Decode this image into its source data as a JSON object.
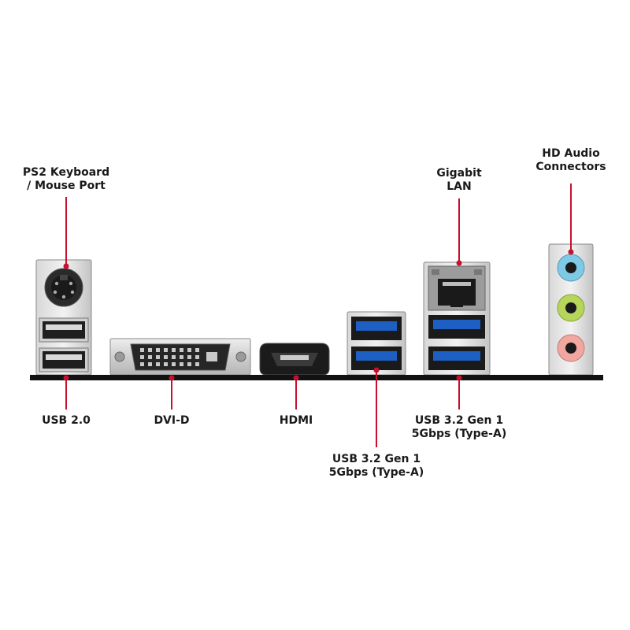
{
  "diagram": {
    "colors": {
      "leader_line": "#c8102e",
      "baseline": "#111111",
      "usb3_blue": "#1e5fc4",
      "audio_blue": "#7ec9e6",
      "audio_green": "#b5d65a",
      "audio_pink": "#f0a7a0"
    },
    "labels": {
      "ps2": [
        "PS2 Keyboard",
        "/ Mouse Port"
      ],
      "usb2": [
        "USB 2.0"
      ],
      "dvid": [
        "DVI-D"
      ],
      "hdmi": [
        "HDMI"
      ],
      "usb32_left": [
        "USB 3.2 Gen 1",
        "5Gbps (Type-A)"
      ],
      "lan": [
        "Gigabit",
        "LAN"
      ],
      "usb32_right": [
        "USB 3.2 Gen 1",
        "5Gbps (Type-A)"
      ],
      "audio": [
        "HD Audio",
        "Connectors"
      ]
    }
  }
}
